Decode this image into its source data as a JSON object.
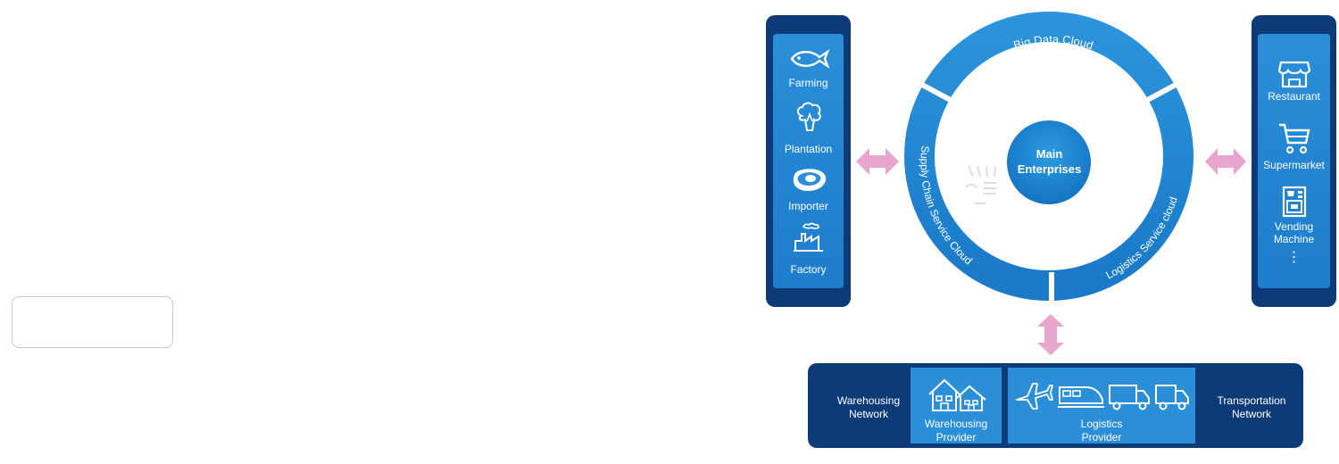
{
  "diagram": {
    "center": {
      "line1": "Main",
      "line2": "Enterprises"
    },
    "ring": {
      "top": "Big Data Cloud",
      "left": "Supply Chain Service Cloud",
      "right": "Logistics Service cloud"
    },
    "suppliers": [
      {
        "label": "Farming",
        "icon": "fish-icon"
      },
      {
        "label": "Plantation",
        "icon": "broccoli-icon"
      },
      {
        "label": "Importer",
        "icon": "meat-icon"
      },
      {
        "label": "Factory",
        "icon": "factory-icon"
      }
    ],
    "channels": [
      {
        "label": "Restaurant",
        "icon": "storefront-icon"
      },
      {
        "label": "Supermarket",
        "icon": "shopping-cart-icon"
      },
      {
        "label": "Vending",
        "label2": "Machine",
        "icon": "vending-machine-icon"
      }
    ],
    "channels_more": "⋮",
    "bottom": {
      "warehousing_network": {
        "line1": "Warehousing",
        "line2": "Network"
      },
      "warehousing_provider": {
        "line1": "Warehousing",
        "line2": "Provider"
      },
      "logistics_provider": {
        "line1": "Logistics",
        "line2": "Provider"
      },
      "transportation_network": {
        "line1": "Transportation",
        "line2": "Network"
      }
    },
    "colors": {
      "navy": "#0d3b78",
      "blue": "#2a8fd8",
      "ring": "#1f86d3",
      "arrow": "#e8a6cf"
    }
  }
}
